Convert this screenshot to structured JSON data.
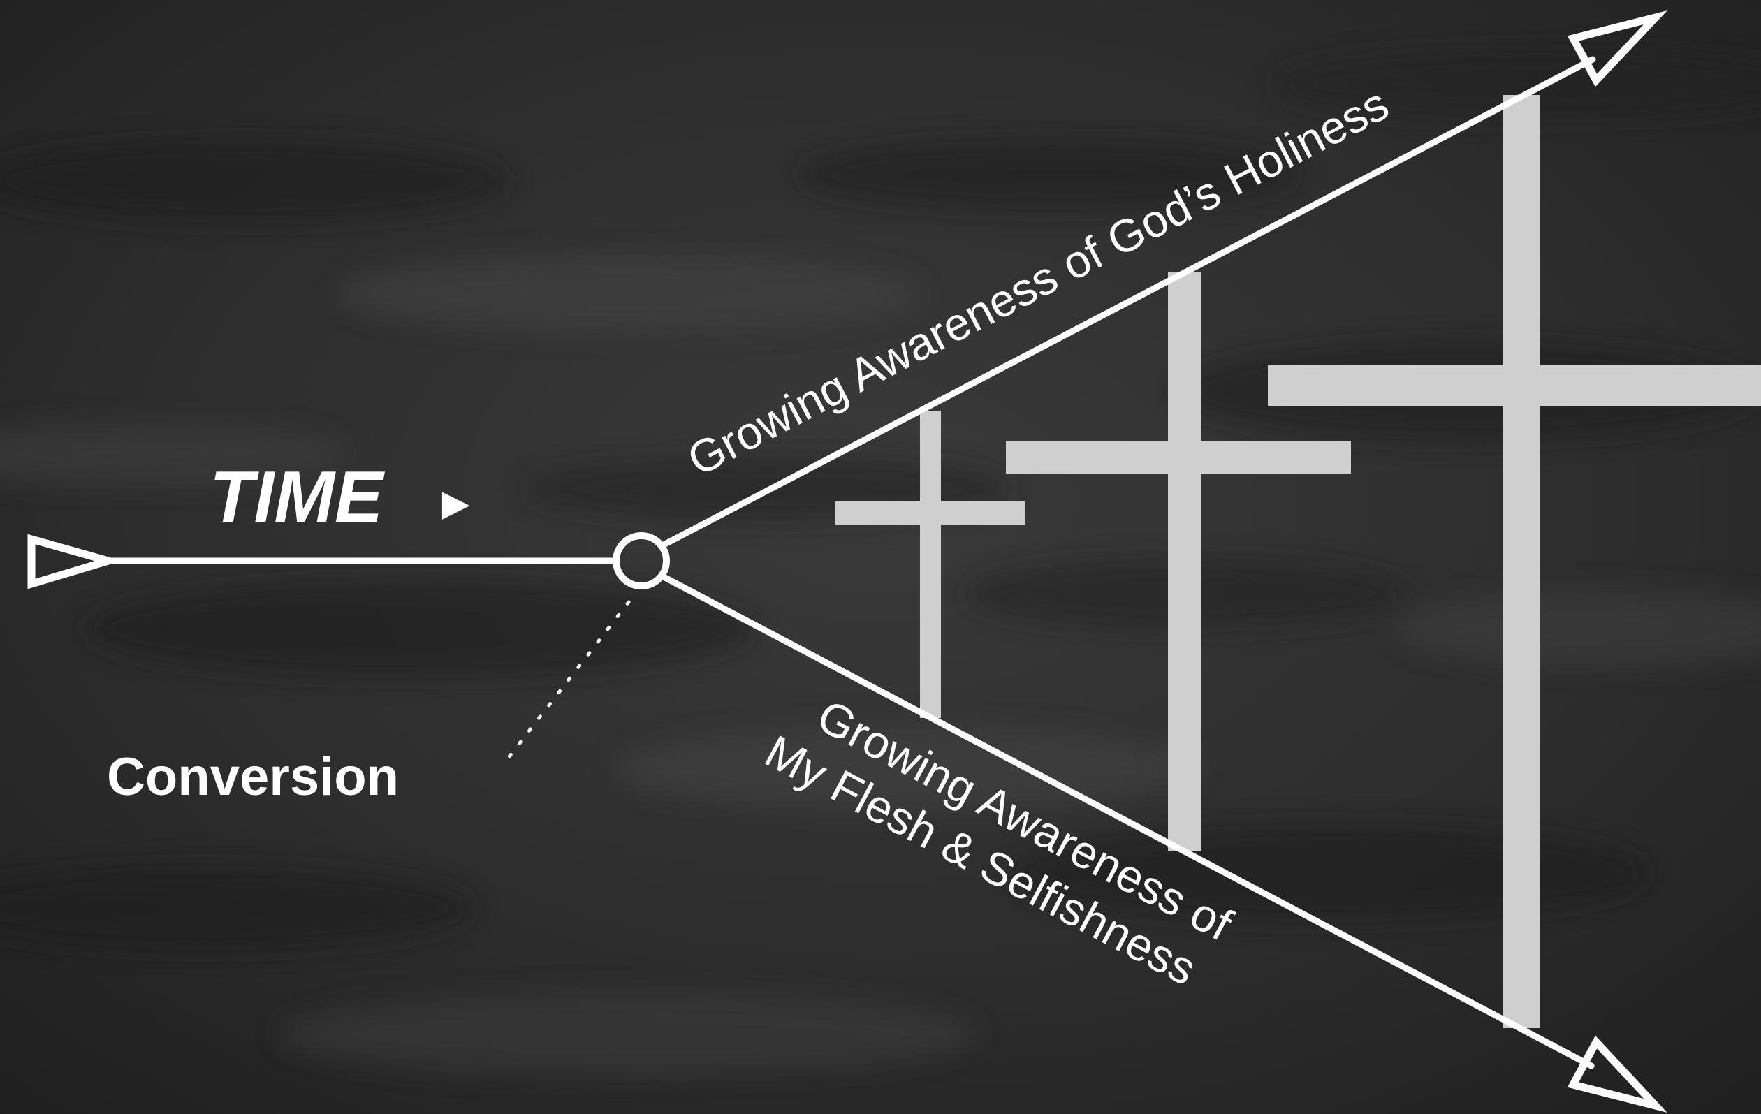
{
  "diagram": {
    "time_label": "TIME",
    "time_marker": "►",
    "conversion_label": "Conversion",
    "upper_axis_label": "Growing Awareness of God’s Holiness",
    "lower_axis_label_line1": "Growing Awareness of",
    "lower_axis_label_line2": "My Flesh & Selfishness"
  },
  "colors": {
    "background": "#2b2b2b",
    "lines": "#ffffff",
    "crosses": "#cfcfcf"
  }
}
